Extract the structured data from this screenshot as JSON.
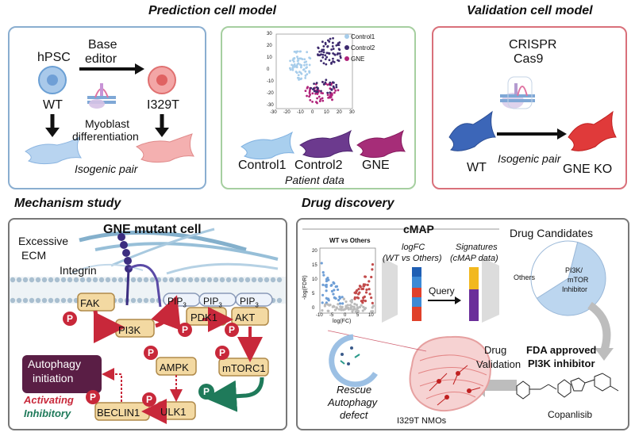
{
  "titles": {
    "prediction": "Prediction cell model",
    "validation": "Validation cell model",
    "mechanism": "Mechanism study",
    "drug": "Drug discovery"
  },
  "prediction": {
    "hpsc": "hPSC",
    "base_editor_1": "Base",
    "base_editor_2": "editor",
    "wt": "WT",
    "mutant": "I329T",
    "myoblast_1": "Myoblast",
    "myoblast_2": "differentiation",
    "isogenic": "Isogenic pair"
  },
  "patient": {
    "legend": [
      "Control1",
      "Control2",
      "GNE"
    ],
    "x_ticks": [
      "-30",
      "-20",
      "-10",
      "0",
      "10",
      "20",
      "30"
    ],
    "y_ticks": [
      "30",
      "20",
      "10",
      "0",
      "-10",
      "-20",
      "-30"
    ],
    "cells": [
      "Control1",
      "Control2",
      "GNE"
    ],
    "caption": "Patient data"
  },
  "validation": {
    "crispr_1": "CRISPR",
    "crispr_2": "Cas9",
    "wt": "WT",
    "ko": "GNE KO",
    "isogenic": "Isogenic pair"
  },
  "mechanism": {
    "panel_title": "GNE mutant cell",
    "ecm_1": "Excessive",
    "ecm_2": "ECM",
    "integrin": "Integrin",
    "fak": "FAK",
    "pi3k": "PI3K",
    "pip3": "PIP",
    "pip3_sub": "3",
    "pdk1": "PDK1",
    "akt": "AKT",
    "ampk": "AMPK",
    "mtorc1": "mTORC1",
    "ulk1": "ULK1",
    "beclin1": "BECLIN1",
    "autophagy_1": "Autophagy",
    "autophagy_2": "initiation",
    "phospho": "P",
    "activating": "Activating",
    "inhibitory": "Inhibitory"
  },
  "drug": {
    "cmap": "cMAP",
    "volcano_title": "WT vs Others",
    "volcano_y": "-log(FDR)",
    "volcano_x": "log(FC)",
    "vx_ticks": [
      "-10",
      "-5",
      "0",
      "5",
      "10"
    ],
    "vy_ticks": [
      "0",
      "5",
      "10",
      "15",
      "20"
    ],
    "logfc_1": "logFC",
    "logfc_2": "(WT vs Others)",
    "sig_1": "Signatures",
    "sig_2": "(cMAP data)",
    "query": "Query",
    "candidates": "Drug Candidates",
    "others": "Others",
    "pi3k_1": "PI3K/",
    "pi3k_2": "mTOR",
    "pi3k_3": "Inhibitor",
    "fda_1": "FDA approved",
    "fda_2": "PI3K inhibitor",
    "copanlisib": "Copanlisib",
    "drug_1": "Drug",
    "drug_2": "Validation",
    "rescue_1": "Rescue",
    "rescue_2": "Autophagy",
    "rescue_3": "defect",
    "nmos": "I329T NMOs"
  },
  "pie_data": {
    "type": "pie",
    "labels": [
      "PI3K/mTOR Inhibitor",
      "Others"
    ],
    "values": [
      0.62,
      0.38
    ]
  },
  "colors": {
    "blue_box": "#8aaed0",
    "green_box": "#a6cfa0",
    "red_box": "#d9707a",
    "gray_box": "#777777",
    "kinase": "#f3d9a2",
    "phospho": "#c8283a",
    "green_p": "#1f7a5a",
    "activating": "#c8283a",
    "inhibitory": "#1f7a5a",
    "autophagy": "#5a1e45"
  }
}
